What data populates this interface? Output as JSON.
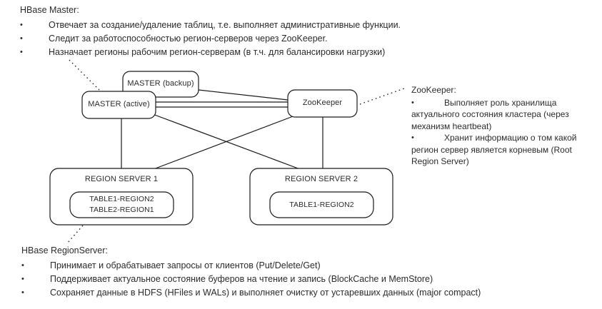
{
  "top_section": {
    "title": "HBase Master:",
    "bullets": [
      "Отвечает за создание/удаление таблиц, т.е. выполняет административные функции.",
      "Следит за работоспособностью регион-серверов через ZooKeeper.",
      "Назначает регионы рабочим регион-серверам (в т.ч. для балансировки нагрузки)"
    ],
    "bullet_char": "•"
  },
  "zookeeper_callout": {
    "title": "ZooKeeper:",
    "items": [
      "Выполняет  роль хранилища актуального состояния кластера (через механизм heartbeat)",
      "Хранит информацию о том какой регион сервер является корневым (Root Region Server)"
    ],
    "bullet_char": "•"
  },
  "bottom_section": {
    "title": "HBase RegionServer:",
    "bullets": [
      "Принимает и обрабатывает запросы от клиентов (Put/Delete/Get)",
      "Поддерживает актуальное состояние буферов на чтение и запись (BlockCache и MemStore)",
      "Сохраняет данные в HDFS (HFiles и  WALs) и выполняет очистку от устаревших данных (major compact)"
    ],
    "bullet_char": "•"
  },
  "diagram": {
    "nodes": {
      "master_backup": "MASTER (backup)",
      "master_active": "MASTER (active)",
      "zookeeper": "ZooKeeper",
      "region_server_1": "REGION SERVER 1",
      "region_server_2": "REGION SERVER 2",
      "rs1_table_line1": "TABLE1-REGION2",
      "rs1_table_line2": "TABLE2-REGION1",
      "rs2_table_line1": "TABLE1-REGION2"
    },
    "colors": {
      "stroke": "#1a1a1a",
      "fill": "#ffffff",
      "text": "#2b2b2b"
    }
  }
}
